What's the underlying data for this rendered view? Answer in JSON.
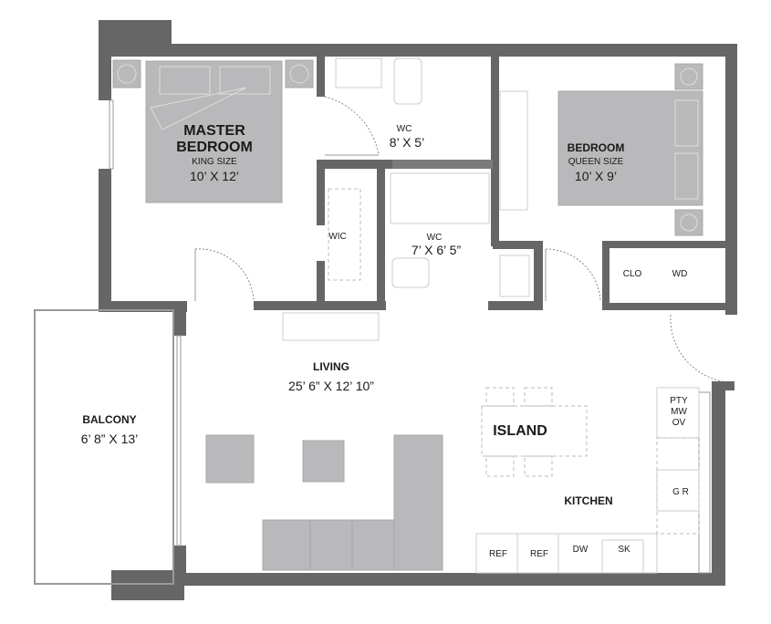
{
  "rooms": {
    "master": {
      "name1": "MASTER",
      "name2": "BEDROOM",
      "bed": "KING SIZE",
      "size": "10’ X 12’"
    },
    "wc1": {
      "name": "WC",
      "size": "8’ X 5’"
    },
    "wic": {
      "name": "WIC"
    },
    "wc2": {
      "name": "WC",
      "size": "7’ X 6’ 5”"
    },
    "bedroom": {
      "name": "BEDROOM",
      "bed": "QUEEN SIZE",
      "size": "10’ X 9’"
    },
    "clo": {
      "name": "CLO"
    },
    "wd": {
      "name": "WD"
    },
    "living": {
      "name": "LIVING",
      "size": "25’ 6” X 12’ 10”"
    },
    "balcony": {
      "name": "BALCONY",
      "size": "6’ 8” X 13’"
    },
    "island": {
      "name": "ISLAND"
    },
    "kitchen": {
      "name": "KITCHEN"
    },
    "appliances": {
      "pty": "PTY",
      "mw": "MW",
      "ov": "OV",
      "gr": "G R",
      "ref1": "REF",
      "ref2": "REF",
      "dw": "DW",
      "sk": "SK"
    }
  },
  "colors": {
    "wall": "#666666",
    "furniture": "#b9b9bb"
  }
}
